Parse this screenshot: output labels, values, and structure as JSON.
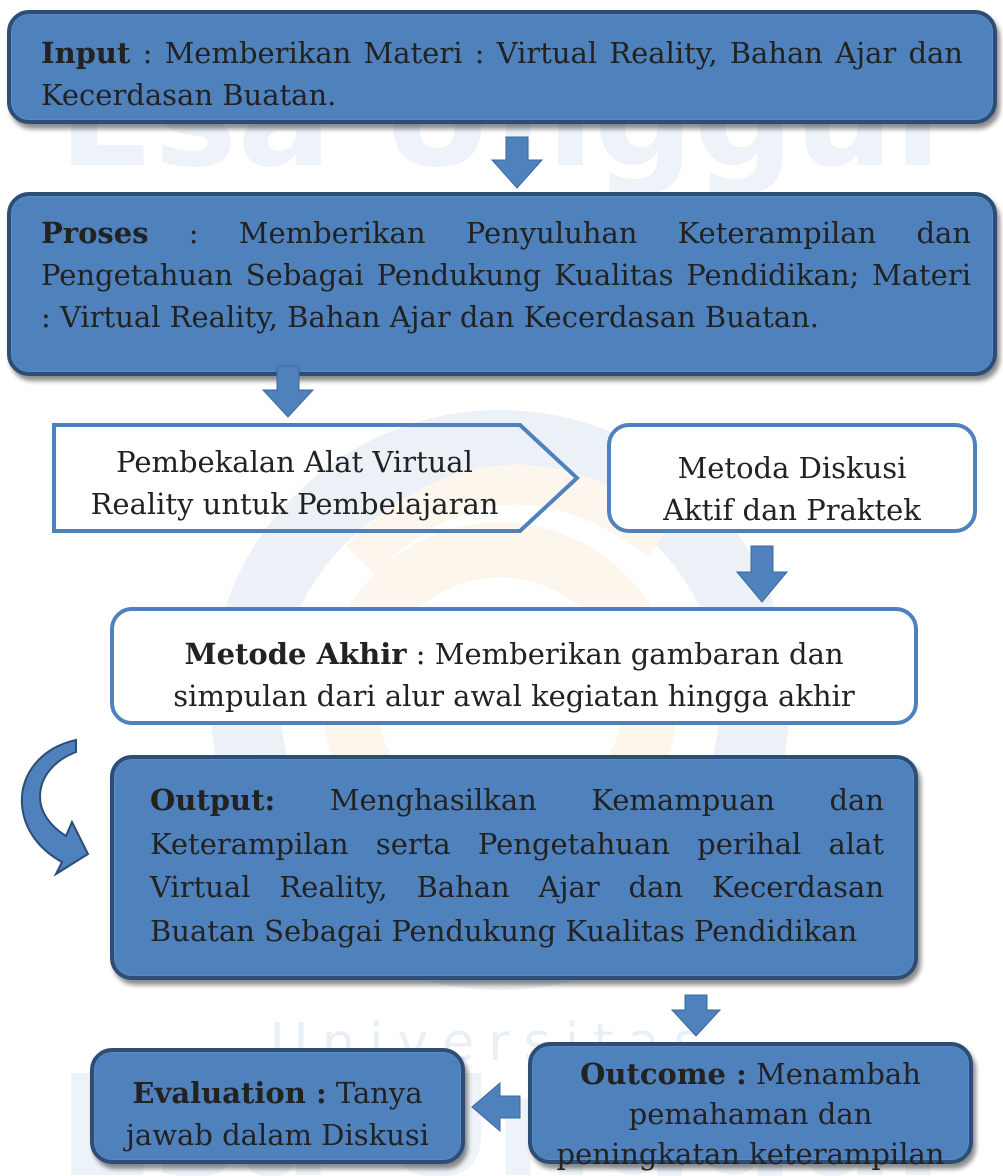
{
  "watermark": {
    "line1": "Universitas",
    "line2": "Esa Unggul"
  },
  "colors": {
    "fill_blue": "#4f81bd",
    "border_dark_blue": "#2c4d75",
    "arrow_blue": "#4f81bd",
    "watermark_blue": "#2f6fb3",
    "watermark_orange": "#f0a040"
  },
  "boxes": {
    "input": {
      "label": "Input",
      "text": " : Memberikan Materi : Virtual Reality, Bahan Ajar dan Kecerdasan Buatan."
    },
    "proses": {
      "label": "Proses",
      "text": " : Memberikan Penyuluhan Keterampilan dan Pengetahuan Sebagai Pendukung Kualitas Pendidikan; Materi : Virtual Reality, Bahan Ajar dan Kecerdasan Buatan."
    },
    "pembekalan": {
      "text": "Pembekalan Alat Virtual Reality untuk Pembelajaran"
    },
    "metoda": {
      "text": "Metoda Diskusi Aktif dan Praktek"
    },
    "metode_akhir": {
      "label": "Metode Akhir",
      "text": " : Memberikan gambaran dan simpulan dari alur awal kegiatan hingga akhir"
    },
    "output": {
      "label": "Output:",
      "text": " Menghasilkan Kemampuan dan Keterampilan serta Pengetahuan perihal alat Virtual Reality, Bahan Ajar dan Kecerdasan Buatan Sebagai Pendukung Kualitas Pendidikan"
    },
    "outcome": {
      "label": "Outcome :",
      "text": " Menambah pemahaman dan peningkatan keterampilan"
    },
    "evaluation": {
      "label": "Evaluation :",
      "text": " Tanya jawab dalam Diskusi"
    }
  }
}
